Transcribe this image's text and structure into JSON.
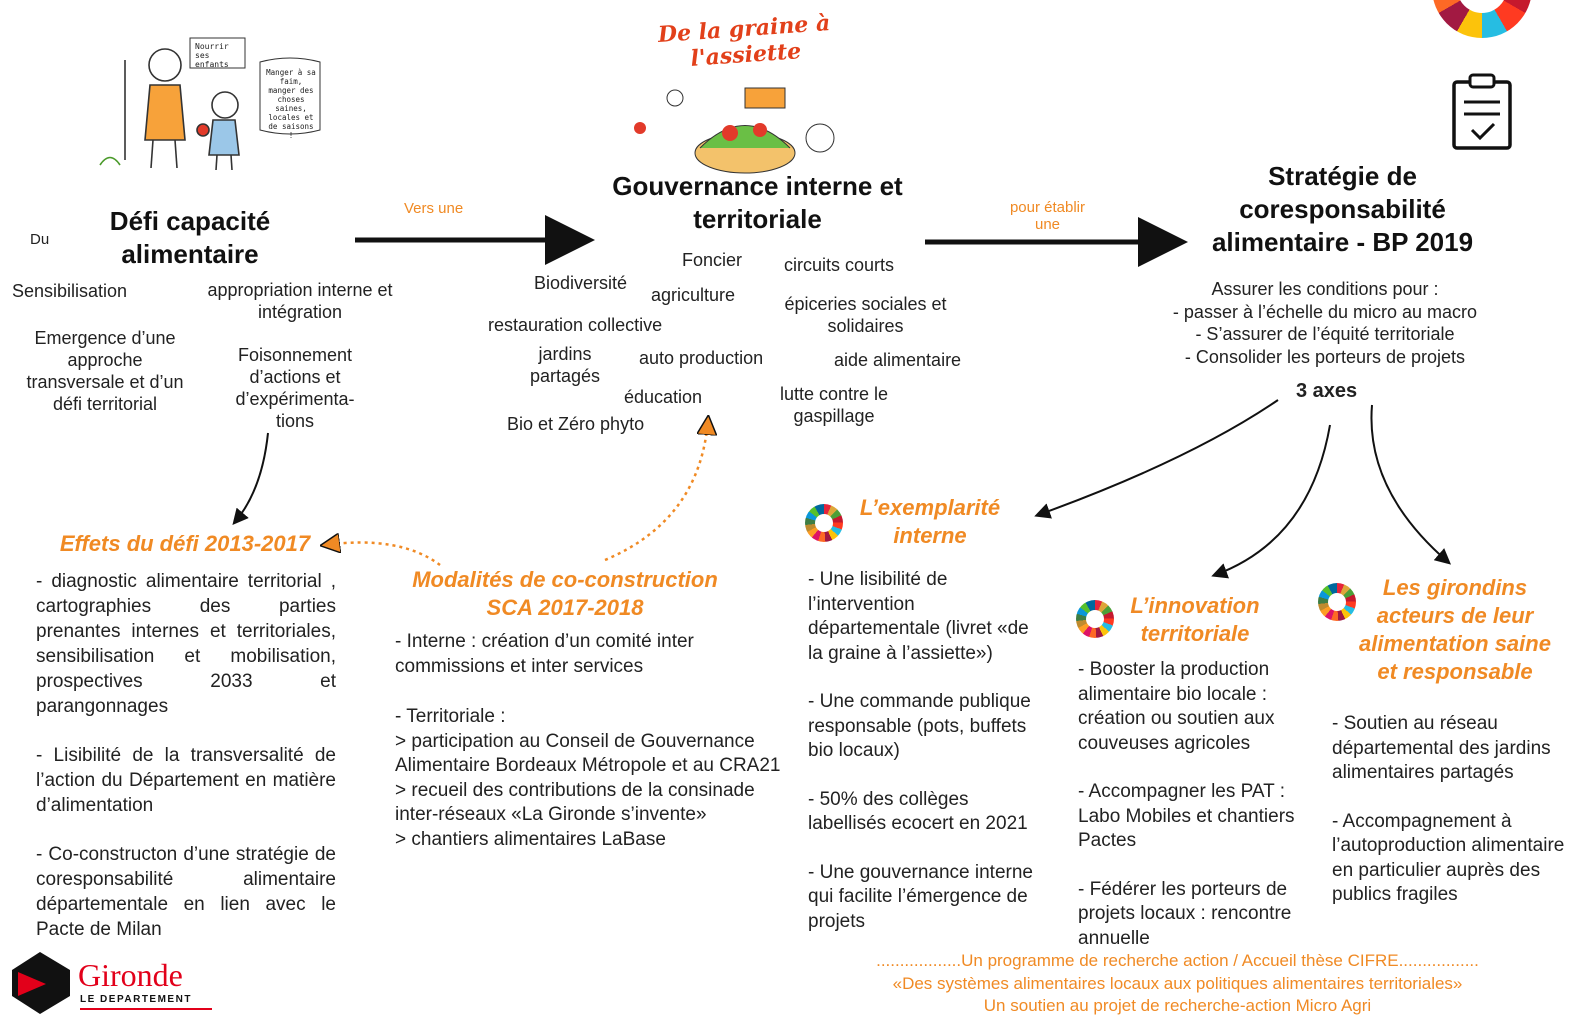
{
  "header_center_logo": "De la graine à l'assiette",
  "left_block": {
    "prefix": "Du",
    "title": "Défi capacité alimentaire",
    "items": [
      "Sensibilisation",
      "appropriation interne et intégration",
      "Emergence d’une approche transversale et d’un défi territorial",
      "Foisonnement d’actions et d’expérimenta-tions"
    ],
    "cartoon_bubble_1": "Nourrir ses enfants",
    "cartoon_bubble_2": "Manger à sa faim, manger des choses saines, locales et de saisons !"
  },
  "arrow1_label": "Vers une",
  "center_block": {
    "title": "Gouvernance interne et territoriale",
    "words": [
      "Foncier",
      "circuits courts",
      "Biodiversité",
      "agriculture",
      "épiceries sociales et solidaires",
      "restauration collective",
      "jardins partagés",
      "auto production",
      "aide alimentaire",
      "éducation",
      "lutte contre le gaspillage",
      "Bio et Zéro phyto"
    ]
  },
  "arrow2_label": "pour établir une",
  "right_block": {
    "title": "Stratégie de coresponsabilité alimentaire - BP 2019",
    "intro": "Assurer les conditions pour :",
    "conditions": [
      "- passer à l’échelle du micro au macro",
      "- S’assurer de l’équité territoriale",
      "- Consolider les porteurs de projets"
    ],
    "axes_label": "3 axes"
  },
  "effets": {
    "title": "Effets du défi 2013-2017",
    "paragraphs": [
      "- diagnostic alimentaire territorial , cartographies des parties prenantes internes et territoriales, sensibilisation et mobilisation, prospectives 2033 et parangonnages",
      "- Lisibilité de la transversalité de l’action du Département en matière d’alimentation",
      "- Co-constructon d’une stratégie de coresponsabilité alimentaire départementale en lien avec le Pacte de Milan"
    ]
  },
  "modalites": {
    "title": "Modalités de co-construction SCA 2017-2018",
    "lines": [
      "- Interne : création d’un comité inter commissions et inter services",
      "",
      "- Territoriale :",
      "> participation au Conseil de Gouvernance Alimentaire Bordeaux Métropole et au CRA21",
      "> recueil des contributions de la consinade inter-réseaux «La Gironde s’invente»",
      "> chantiers alimentaires LaBase"
    ]
  },
  "axe1": {
    "title": "L’exemplarité interne",
    "items": [
      "- Une lisibilité de l’intervention départementale (livret «de la graine à l’assiette»)",
      "- Une commande publique responsable (pots, buffets bio locaux)",
      "- 50% des collèges labellisés ecocert en 2021",
      "- Une gouvernance interne qui facilite l’émergence de projets"
    ]
  },
  "axe2": {
    "title": "L’innovation territoriale",
    "items": [
      "- Booster la production alimentaire bio locale : création ou soutien aux couveuses agricoles",
      "- Accompagner les PAT : Labo Mobiles et chantiers Pactes",
      "- Fédérer les porteurs de projets locaux : rencontre annuelle"
    ]
  },
  "axe3": {
    "title": "Les girondins acteurs de leur alimentation saine et responsable",
    "items": [
      "- Soutien au réseau départemental des jardins alimentaires partagés",
      "- Accompagnement à l’autoproduction alimentaire en particulier auprès des publics fragiles"
    ]
  },
  "footer": {
    "line1": "..................Un programme de recherche action / Accueil thèse CIFRE.................",
    "line2": "«Des systèmes alimentaires locaux aux politiques alimentaires territoriales»",
    "line3": "Un soutien au projet de recherche-action Micro Agri"
  },
  "logo": {
    "name": "Gironde",
    "subtitle": "LE DEPARTEMENT"
  },
  "colors": {
    "accent": "#f08a24",
    "arrow": "#111111",
    "brand_red": "#e2001a"
  }
}
